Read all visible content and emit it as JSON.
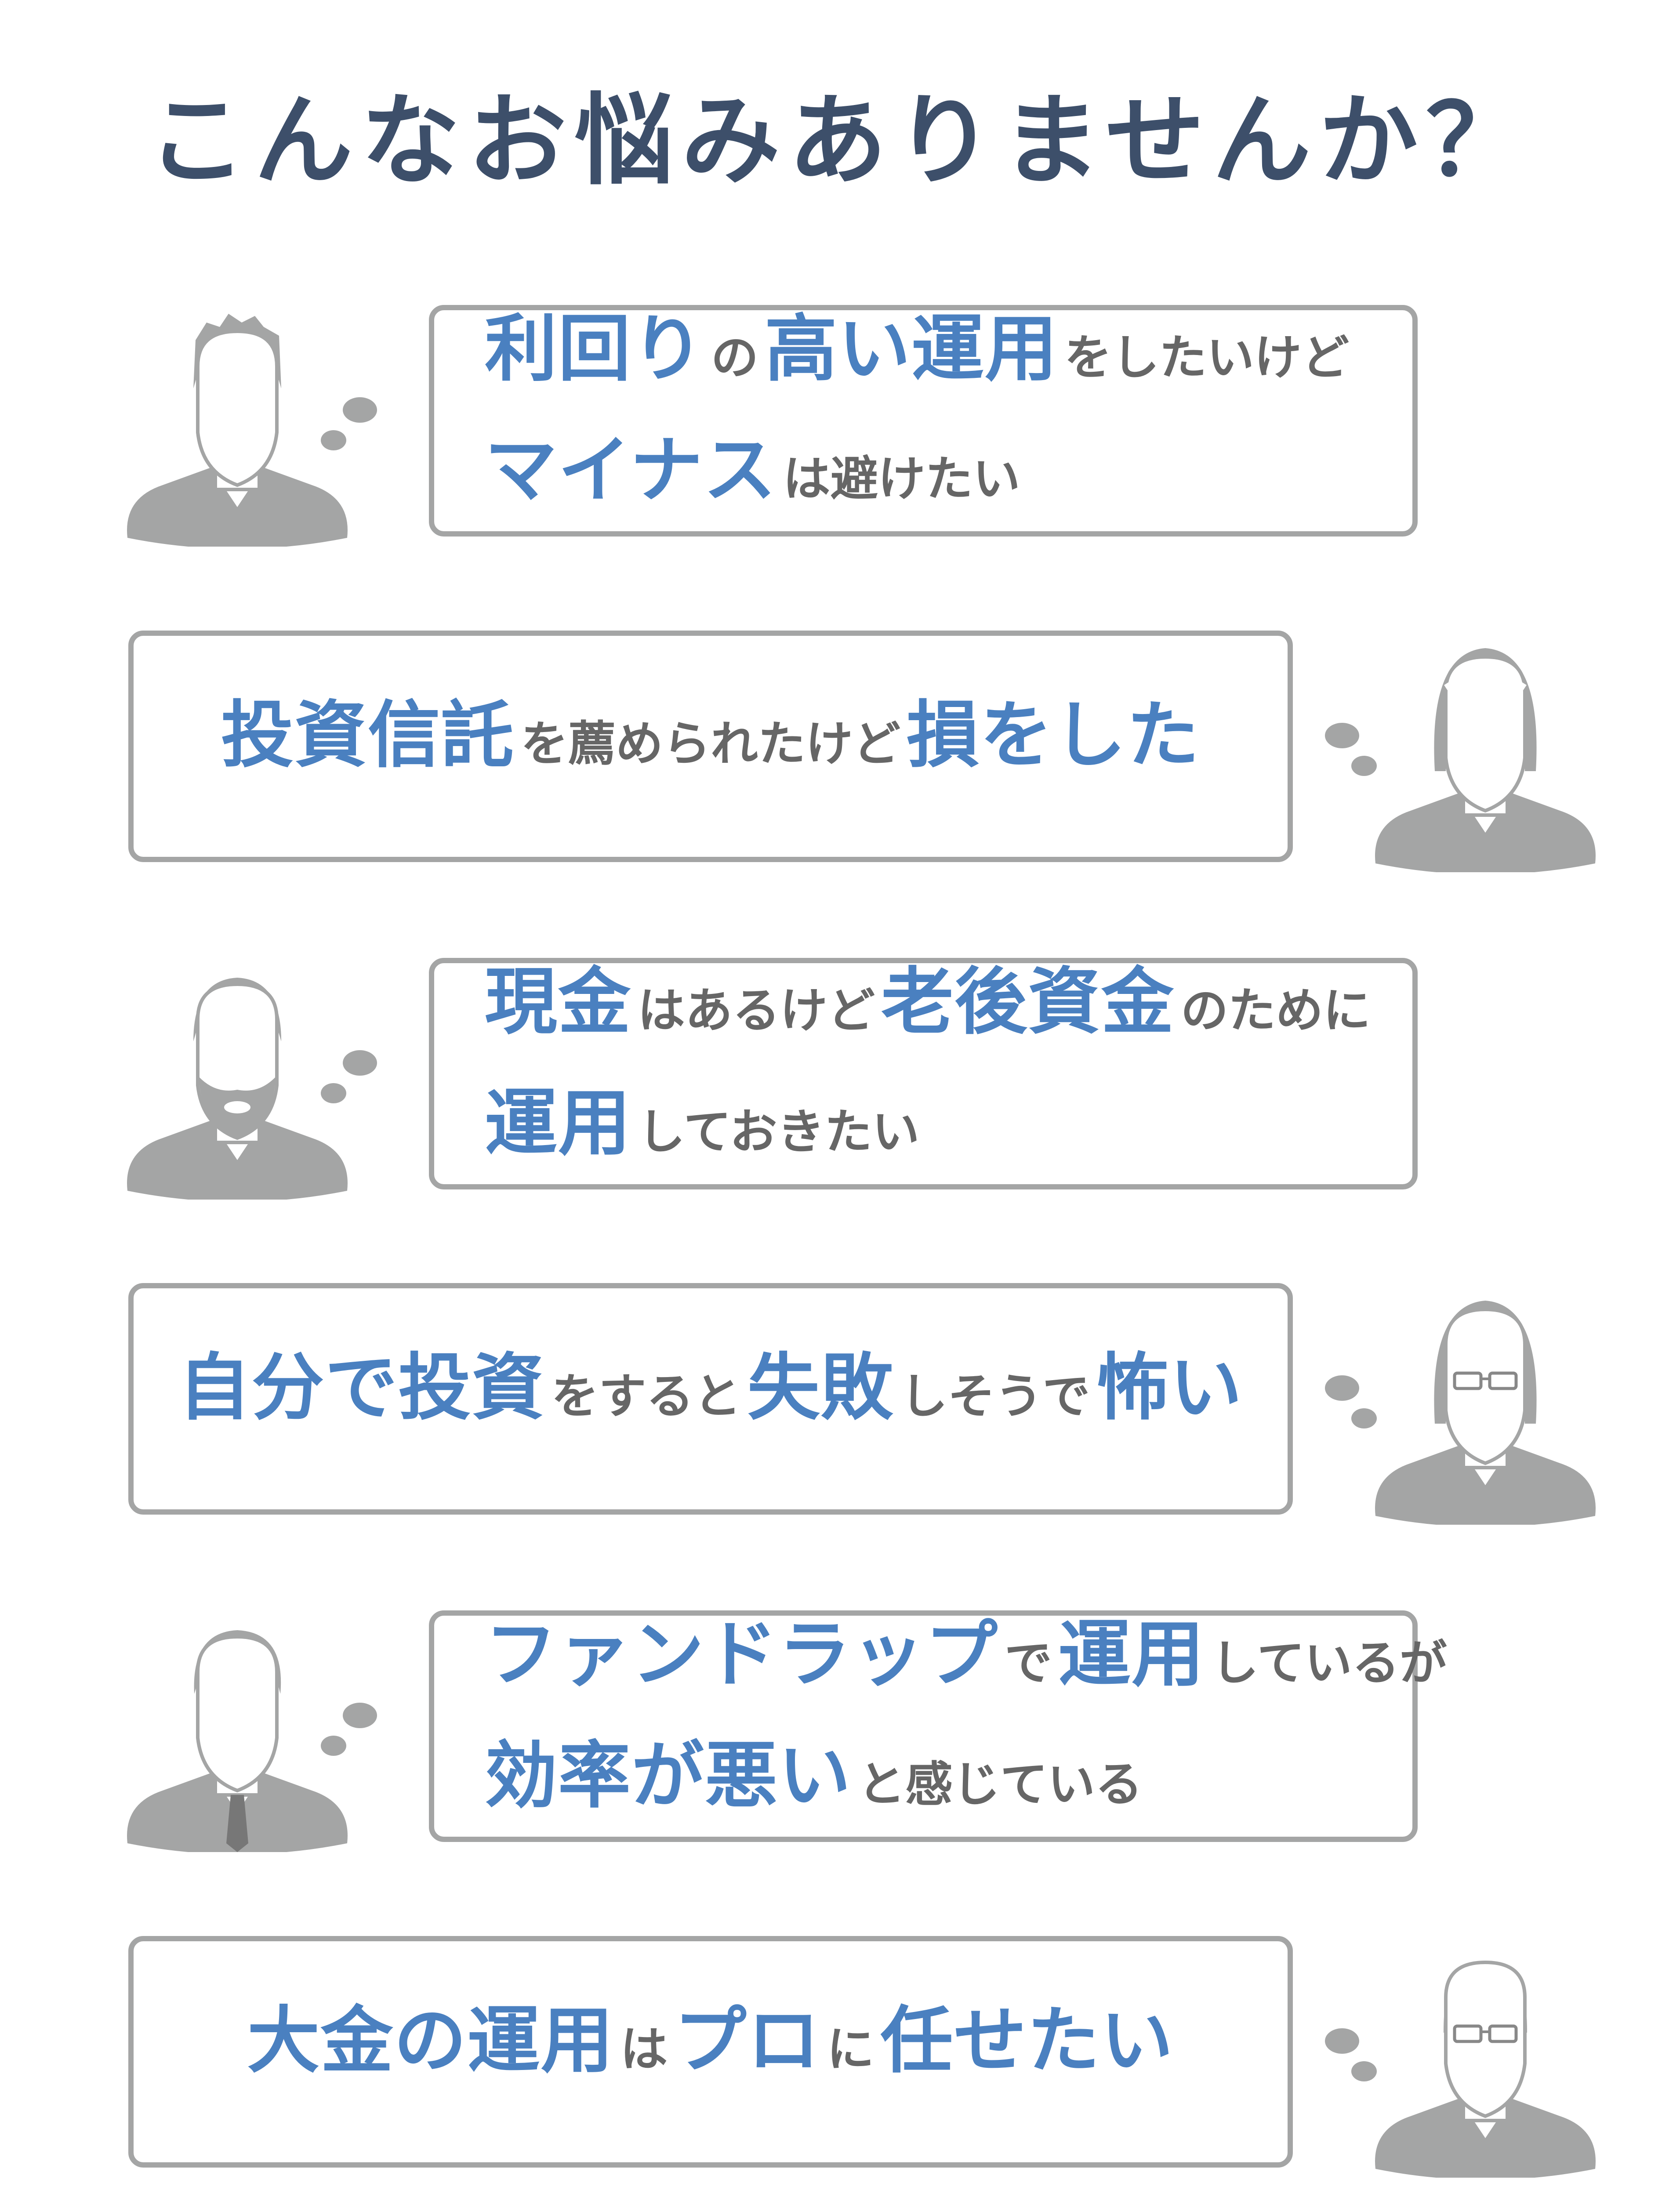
{
  "title": "こんなお悩みありませんか？",
  "colors": {
    "accent": "#4a80c0",
    "text": "#666666",
    "border": "#a4a5a5",
    "title": "#3d4f6a"
  },
  "items": [
    {
      "side": "right",
      "avatar": "man-spiky-hair-icon",
      "lines": [
        [
          {
            "t": "利回り",
            "em": true
          },
          {
            "t": "の",
            "em": false
          },
          {
            "t": "高い運用",
            "em": true
          },
          {
            "t": "をしたいけど",
            "em": false
          }
        ],
        [
          {
            "t": "マイナス",
            "em": true
          },
          {
            "t": "は避けたい",
            "em": false
          }
        ]
      ]
    },
    {
      "side": "left",
      "avatar": "woman-headband-icon",
      "lines": [
        [
          {
            "t": "投資信託",
            "em": true
          },
          {
            "t": "を薦められたけど",
            "em": false
          },
          {
            "t": "損をした",
            "em": true
          }
        ]
      ]
    },
    {
      "side": "right",
      "avatar": "man-beard-icon",
      "lines": [
        [
          {
            "t": "現金",
            "em": true
          },
          {
            "t": "はあるけど",
            "em": false
          },
          {
            "t": "老後資金",
            "em": true
          },
          {
            "t": "のために",
            "em": false
          }
        ],
        [
          {
            "t": "運用",
            "em": true
          },
          {
            "t": "しておきたい",
            "em": false
          }
        ]
      ]
    },
    {
      "side": "left",
      "avatar": "woman-glasses-icon",
      "lines": [
        [
          {
            "t": "自分で投資",
            "em": true
          },
          {
            "t": "をすると",
            "em": false
          },
          {
            "t": "失敗",
            "em": true
          },
          {
            "t": "しそうで",
            "em": false
          },
          {
            "t": "怖い",
            "em": true
          }
        ]
      ]
    },
    {
      "side": "right",
      "avatar": "man-suit-tie-icon",
      "lines": [
        [
          {
            "t": "ファンドラップ",
            "em": true
          },
          {
            "t": "で",
            "em": false
          },
          {
            "t": "運用",
            "em": true
          },
          {
            "t": "しているが",
            "em": false
          }
        ],
        [
          {
            "t": "効率が悪い",
            "em": true
          },
          {
            "t": "と感じている",
            "em": false
          }
        ]
      ]
    },
    {
      "side": "left",
      "avatar": "old-man-glasses-icon",
      "lines": [
        [
          {
            "t": "大金の運用",
            "em": true
          },
          {
            "t": "は",
            "em": false
          },
          {
            "t": "プロ",
            "em": true
          },
          {
            "t": "に",
            "em": false
          },
          {
            "t": "任せたい",
            "em": true
          }
        ]
      ]
    }
  ]
}
